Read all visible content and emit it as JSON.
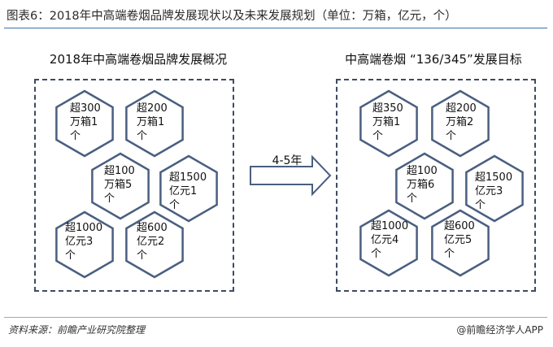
{
  "figure_title": "图表6：2018年中高端卷烟品牌发展现状以及未来发展规划（单位：万箱，亿元，个）",
  "left_panel": {
    "title": "2018年中高端卷烟品牌发展概况",
    "hexagons": [
      {
        "text": "超300\n万箱1\n个"
      },
      {
        "text": "超200\n万箱1\n个"
      },
      {
        "text": "超100\n万箱5\n个"
      },
      {
        "text": "超1500\n亿元1\n个"
      },
      {
        "text": "超1000\n亿元3\n个"
      },
      {
        "text": "超600\n亿元2\n个"
      }
    ]
  },
  "arrow": {
    "label": "4-5年"
  },
  "right_panel": {
    "title": "中高端卷烟 “136/345”发展目标",
    "hexagons": [
      {
        "text": "超350\n万箱1\n个"
      },
      {
        "text": "超200\n万箱2\n个"
      },
      {
        "text": "超100\n万箱6\n个"
      },
      {
        "text": "超1500\n亿元3\n个"
      },
      {
        "text": "超1000\n亿元4\n个"
      },
      {
        "text": "超600\n亿元5\n个"
      }
    ]
  },
  "footer": {
    "source": "资料来源：前瞻产业研究院整理",
    "brand": "@前瞻经济学人APP"
  },
  "colors": {
    "hex_stroke": "#4a5f80",
    "box_dash": "#3d4b63",
    "arrow_stroke": "#4a5f80",
    "title_rule": "#3a6fb0"
  }
}
